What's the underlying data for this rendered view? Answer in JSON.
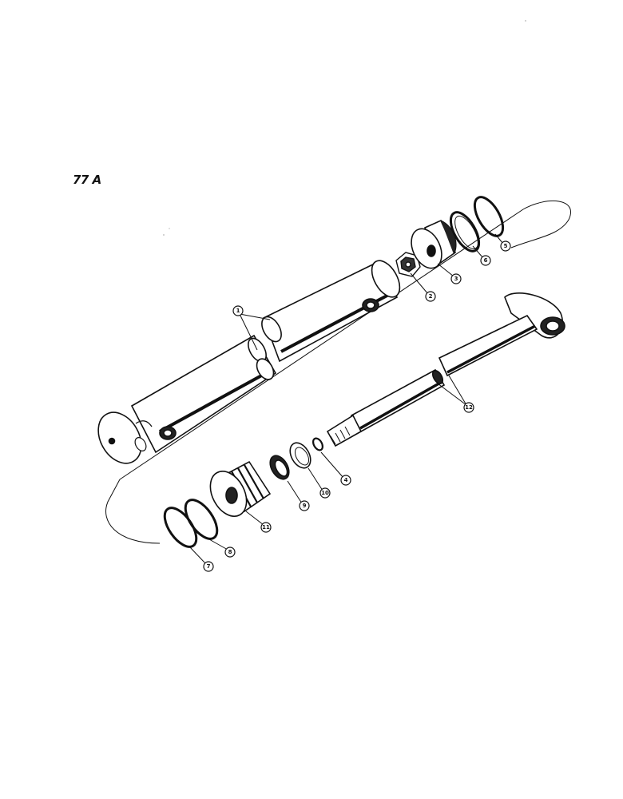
{
  "figure_label": "77 A",
  "callouts": [
    {
      "id": "c1",
      "label": "1"
    },
    {
      "id": "c2",
      "label": "2"
    },
    {
      "id": "c3",
      "label": "3"
    },
    {
      "id": "c4",
      "label": "4"
    },
    {
      "id": "c5",
      "label": "5"
    },
    {
      "id": "c6",
      "label": "6"
    },
    {
      "id": "c7",
      "label": "7"
    },
    {
      "id": "c8",
      "label": "8"
    },
    {
      "id": "c9",
      "label": "9"
    },
    {
      "id": "c10",
      "label": "10"
    },
    {
      "id": "c11",
      "label": "11"
    },
    {
      "id": "c12",
      "label": "12"
    }
  ],
  "colors": {
    "ink": "#111111",
    "paper": "#ffffff"
  }
}
